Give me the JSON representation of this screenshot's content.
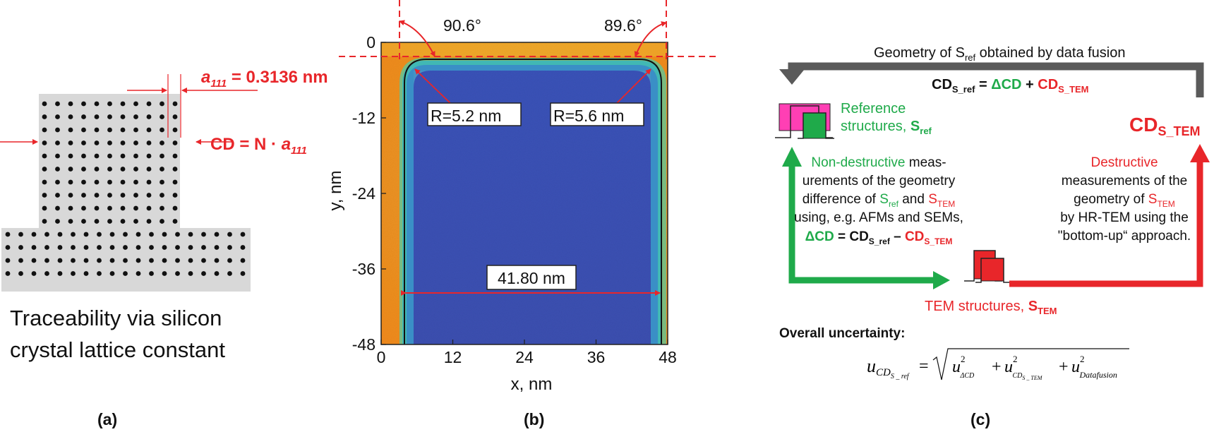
{
  "panel_a": {
    "lattice_label_sym": "a",
    "lattice_label_sub": "111",
    "lattice_label_value": " = 0.3136 nm",
    "cd_label_prefix": "CD = N · ",
    "cd_label_sym": "a",
    "cd_label_sub": "111",
    "caption_line1": "Traceability via silicon",
    "caption_line2": "crystal lattice constant",
    "panel_label": "(a)"
  },
  "panel_b": {
    "angle_left": "90.6°",
    "angle_right": "89.6°",
    "radius_left": "R=5.2 nm",
    "radius_right": "R=5.6 nm",
    "width_label": "41.80 nm",
    "xlabel": "x, nm",
    "ylabel": "y, nm",
    "xticks": [
      "0",
      "12",
      "24",
      "36",
      "48"
    ],
    "yticks": [
      "0",
      "-12",
      "-24",
      "-36",
      "-48"
    ],
    "panel_label": "(b)"
  },
  "panel_c": {
    "top_arrow_text_prefix": "Geometry of S",
    "top_arrow_text_sub": "ref",
    "top_arrow_text_suffix": " obtained by data fusion",
    "formula_cd": "CD",
    "formula_cd_sub": "S_ref",
    "formula_eq": " = ",
    "formula_delta": "ΔCD",
    "formula_plus": " + ",
    "formula_cd2": "CD",
    "formula_cd2_sub": "S_TEM",
    "ref_line1": "Reference",
    "ref_line2_prefix": "structures, ",
    "ref_line2_sym": "S",
    "ref_line2_sub": "ref",
    "cd_tem_main": "CD",
    "cd_tem_sub": "S_TEM",
    "nd_l1_green": "Non-destructive",
    "nd_l1_rest": " meas-",
    "nd_l2": "urements of the geometry",
    "nd_l3_a": "difference of ",
    "nd_l3_s1": "S",
    "nd_l3_s1sub": "ref",
    "nd_l3_and": " and ",
    "nd_l3_s2": "S",
    "nd_l3_s2sub": "TEM",
    "nd_l4": "using, e.g. AFMs and SEMs,",
    "nd_l5_delta": "ΔCD",
    "nd_l5_eq": " = ",
    "nd_l5_cd1": "CD",
    "nd_l5_cd1sub": "S_ref",
    "nd_l5_minus": " – ",
    "nd_l5_cd2": "CD",
    "nd_l5_cd2sub": "S_TEM",
    "d_l1": "Destructive",
    "d_l2": "measurements of the",
    "d_l3_a": "geometry of ",
    "d_l3_s": "S",
    "d_l3_sub": "TEM",
    "d_l4": "by HR-TEM using the",
    "d_l5": "\"bottom-up“ approach.",
    "tem_prefix": "TEM structures, ",
    "tem_sym": "S",
    "tem_sub": "TEM",
    "overall_label": "Overall uncertainty:",
    "eq_u": "u",
    "eq_u_sub": "CD",
    "eq_u_subsub": "S _ ref",
    "eq_equals": "=",
    "eq_t1_sub": "ΔCD",
    "eq_t2_sub": "CD",
    "eq_t2_subsub": "S _ TEM",
    "eq_t3_sub": "Datafusion",
    "eq_sq": "2",
    "eq_plus": "+",
    "panel_label": "(c)"
  },
  "colors": {
    "red": "#e8262a",
    "green": "#1faa4a",
    "gray_arrow": "#5a5a5a",
    "magenta": "#ff3fb4",
    "lattice_bg": "#d8d8d8"
  }
}
